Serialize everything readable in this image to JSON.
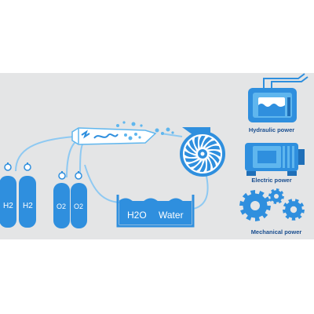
{
  "colors": {
    "background": "#e4e5e6",
    "primary": "#2f8fde",
    "light": "#5fb6ee",
    "pale": "#bfe2f8",
    "dark": "#1f6fb8",
    "caption": "#1a4e8f"
  },
  "tanks": {
    "hydrogen": [
      "H2",
      "H2"
    ],
    "oxygen": [
      "O2",
      "O2"
    ]
  },
  "reservoir": {
    "formula": "H2O",
    "label": "Water"
  },
  "outputs": {
    "hydraulic": "Hydraulic power",
    "electric": "Electric power",
    "mechanical": "Mechanical power"
  },
  "icons": [
    "gas-cylinder-icon",
    "combustion-nozzle-icon",
    "turbine-icon",
    "water-tank-icon",
    "hydraulic-pump-icon",
    "electric-motor-icon",
    "gears-icon"
  ]
}
